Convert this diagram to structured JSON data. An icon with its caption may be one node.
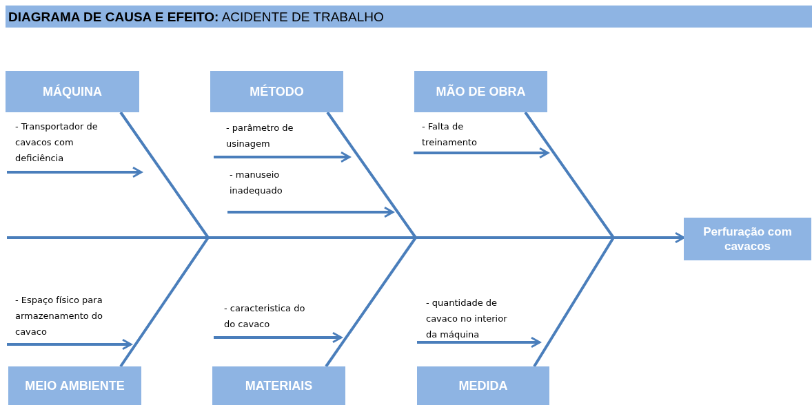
{
  "diagram": {
    "title": "**DIAGRAMA DE CAUSA E EFEITO:** ACIDENTE DE TRABALHO",
    "nodes": [
      {
        "text": [
          "MÁQUINA"
        ]
      },
      {
        "text": [
          "MÉTODO"
        ]
      },
      {
        "text": [
          "MÃO DE OBRA"
        ]
      },
      {
        "text": [
          "- Transportador de cavacos com deficiência"
        ]
      },
      {
        "text": [
          "- parâmetro de usinagem"
        ]
      },
      {
        "text": [
          "- Falta de treinamento"
        ]
      },
      {
        "text": [
          "- manuseio inadequado"
        ]
      },
      {
        "text": [
          "Perfuração com cavacos"
        ]
      },
      {
        "text": [
          "- Espaço físico para armazenamento do cavaco"
        ]
      },
      {
        "text": [
          "- caracteristica do do cavaco"
        ]
      },
      {
        "text": [
          "- quantidade de cavaco no interior da máquina"
        ]
      },
      {
        "text": [
          "MEIO AMBIENTE"
        ]
      },
      {
        "text": [
          "MATERIAIS"
        ]
      },
      {
        "text": [
          "MEDIDA"
        ]
      }
    ],
    "edges": [
      {
        "from": null,
        "to": 7,
        "arrow": "to"
      },
      {
        "from": 0,
        "to": 7,
        "arrow": "none"
      },
      {
        "from": 1,
        "to": 7,
        "arrow": "none"
      },
      {
        "from": 2,
        "to": 7,
        "arrow": "none"
      },
      {
        "from": 11,
        "to": 7,
        "arrow": "none"
      },
      {
        "from": 12,
        "to": 7,
        "arrow": "none"
      },
      {
        "from": 13,
        "to": 7,
        "arrow": "none"
      },
      {
        "from": 3,
        "to": null,
        "arrow": "to"
      },
      {
        "from": 4,
        "to": null,
        "arrow": "to"
      },
      {
        "from": 5,
        "to": null,
        "arrow": "to"
      },
      {
        "from": 6,
        "to": null,
        "arrow": "to"
      },
      {
        "from": 8,
        "to": null,
        "arrow": "to"
      },
      {
        "from": 9,
        "to": null,
        "arrow": "to"
      },
      {
        "from": 10,
        "to": null,
        "arrow": "to"
      }
    ]
  }
}
